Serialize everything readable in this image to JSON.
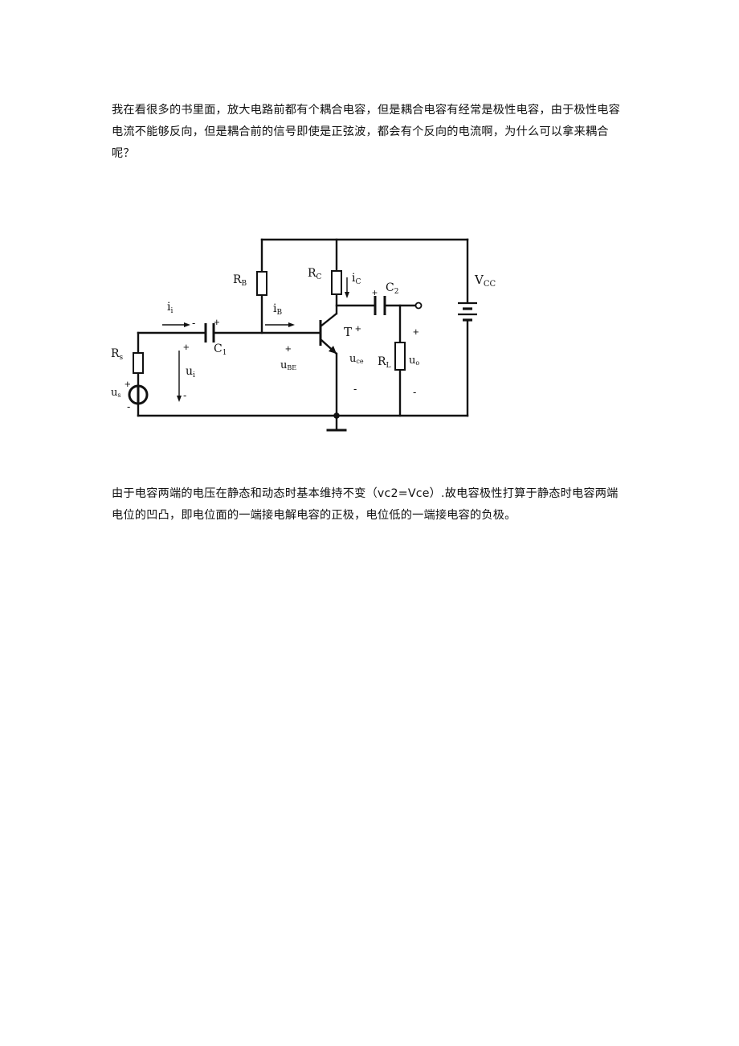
{
  "paragraphs": {
    "question": "我在看很多的书里面，放大电路前都有个耦合电容，但是耦合电容有经常是极性电容，由于极性电容电流不能够反向，但是耦合前的信号即使是正弦波，都会有个反向的电流啊，为什么可以拿来耦合呢？",
    "answer": "由于电容两端的电压在静态和动态时基本维持不变（vc2=Vce）.故电容极性打算于静态时电容两端电位的凹凸，即电位面的一端接电解电容的正极，电位低的一端接电容的负极。"
  },
  "circuit": {
    "labels": {
      "rb": "R",
      "rb_sub": "B",
      "rc": "R",
      "rc_sub": "C",
      "ic": "i",
      "ic_sub": "C",
      "c2": "C",
      "c2_sub": "2",
      "vcc": "V",
      "vcc_sub": "CC",
      "ii": "i",
      "ii_sub": "i",
      "ib": "i",
      "ib_sub": "B",
      "c1": "C",
      "c1_sub": "1",
      "t": "T",
      "rs": "R",
      "rs_sub": "s",
      "ui": "u",
      "ui_sub": "i",
      "ube": "u",
      "ube_sub": "BE",
      "uce": "u",
      "uce_sub": "ce",
      "rl": "R",
      "rl_sub": "L",
      "uo": "u",
      "uo_sub": "o",
      "us": "u",
      "us_sub": "s",
      "plus": "+",
      "minus": "-"
    }
  }
}
